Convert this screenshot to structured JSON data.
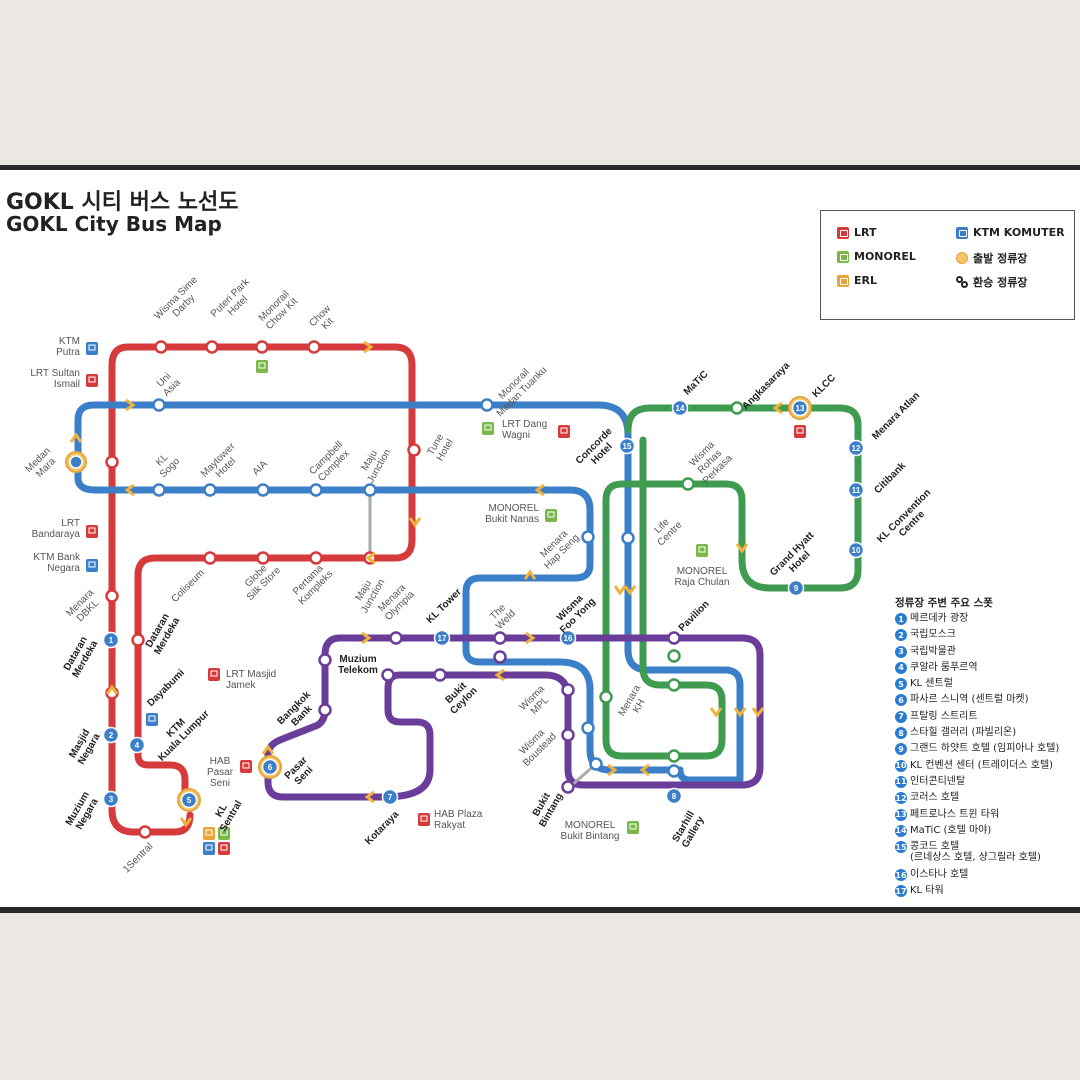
{
  "title": {
    "ko": "GOKL 시티 버스 노선도",
    "en": "GOKL City Bus Map"
  },
  "legend": {
    "lrt": "LRT",
    "ktm": "KTM KOMUTER",
    "monorel": "MONOREL",
    "origin": "출발 정류장",
    "erl": "ERL",
    "transfer": "환승 정류장"
  },
  "colors": {
    "red": "#d63a3a",
    "blue": "#3b7fc9",
    "green": "#3e9b4f",
    "purple": "#6a3d9a",
    "lrt": "#d63a3a",
    "monorel": "#7ab648",
    "erl": "#e8a33a",
    "ktm": "#3b7fc9",
    "arrow": "#f0b23a",
    "link": "#aaaaaa"
  },
  "labels": {
    "ktm_putra": "KTM\nPutra",
    "lrt_sultan_ismail": "LRT Sultan\nIsmail",
    "medan_mara": "Medan\nMara",
    "lrt_bandaraya": "LRT\nBandaraya",
    "ktm_bank_negara": "KTM Bank\nNegara",
    "menara_dbkl": "Menara\nDBKL",
    "dataran_merdeka_1": "Dataran\nMerdeka",
    "masjid_negara": "Masjid\nNegara",
    "muzium_negara": "Muzium\nNegara",
    "sentral_1": "1Sentral",
    "kl_sentral": "KL\nSentral",
    "wisma_sime_darby": "Wisma Sime\nDarby",
    "puteri_park": "Puteri Park\nHotel",
    "monorail_chow_kit": "Monorail\nChow Kit",
    "chow_kit": "Chow\nKit",
    "uni_asia": "Uni\nAsia",
    "kl_sogo": "KL\nSogo",
    "maytower": "Maytower\nHotel",
    "aia": "AIA",
    "campbell": "Campbell\nComplex",
    "maju_junction_1": "Maju\nJunction",
    "tune_hotel": "Tune\nHotel",
    "coliseum": "Coliseum",
    "globe_silk": "Globe\nSilk Store",
    "pertama": "Pertama\nKompleks",
    "maju_junction_2": "Maju\nJunction",
    "dataran_merdeka_2": "Dataran\nMerdeka",
    "dayabumi": "Dayabumi",
    "ktm_kuala_lumpur": "KTM\nKuala Lumpur",
    "monorail_medan_tuanku": "Monorail\nMedan Tuanku",
    "lrt_dang_wangi": "LRT Dang\nWagni",
    "concorde": "Concorde\nHotel",
    "monorel_bukit_nanas": "MONOREL\nBukit Nanas",
    "menara_hap_seng": "Menara\nHap Seng",
    "matic": "MaTiC",
    "angkasaraya": "Angkasaraya",
    "klcc": "KLCC",
    "menara_atlan": "Menara Atlan",
    "wisma_rohas": "Wisma\nRohas\nPerkasa",
    "citibank": "Citibank",
    "life_centre": "Life\nCentre",
    "kl_convention": "KL Convention\nCentre",
    "monorel_raja_chulan": "MONOREL\nRaja Chulan",
    "grand_hyatt": "Grand Hyatt\nHotel",
    "lrt_masjid_jamek": "LRT Masjid\nJamek",
    "menara_olympia": "Menara\nOlympia",
    "kl_tower": "KL Tower",
    "the_weld": "The\nWeld",
    "wisma_foo_yong": "Wisma\nFoo Yong",
    "pavilion": "Pavilion",
    "muzium_telekom": "Muzium\nTelekom",
    "bangkok_bank": "Bangkok\nBank",
    "bukit_ceylon": "Bukit\nCeylon",
    "wisma_mpl": "Wisma\nMPL",
    "menara_kh": "Menara\nKH",
    "wisma_boustead": "Wisma\nBoustead",
    "hab_pasar_seni": "HAB\nPasar\nSeni",
    "pasar_seni": "Pasar\nSeni",
    "kotaraya": "Kotaraya",
    "hab_plaza_rakyat": "HAB Plaza\nRakyat",
    "bukit_bintang": "Bukit\nBintang",
    "monorel_bukit_bintang": "MONOREL\nBukit Bintang",
    "starhill": "Starhill\nGallery"
  },
  "spots": {
    "title": "정류장 주변 주요 스폿",
    "items": [
      {
        "n": "1",
        "name": "메르데카 광장"
      },
      {
        "n": "2",
        "name": "국립모스크"
      },
      {
        "n": "3",
        "name": "국립박물관"
      },
      {
        "n": "4",
        "name": "쿠알라 룸푸르역"
      },
      {
        "n": "5",
        "name": "KL 센트럴"
      },
      {
        "n": "6",
        "name": "파사르 스니역 (센트럴 마켓)"
      },
      {
        "n": "7",
        "name": "프탈링 스트리트"
      },
      {
        "n": "8",
        "name": "스타힐 갤러리 (파빌리온)"
      },
      {
        "n": "9",
        "name": "그랜드 하얏트 호텔 (임피아나 호텔)"
      },
      {
        "n": "10",
        "name": "KL 컨벤션 센터 (트레이더스 호텔)"
      },
      {
        "n": "11",
        "name": "인터콘티넨탈"
      },
      {
        "n": "12",
        "name": "코러스 호텔"
      },
      {
        "n": "13",
        "name": "페트로나스 트윈 타워"
      },
      {
        "n": "14",
        "name": "MaTiC (호텔 마야)"
      },
      {
        "n": "15",
        "name": "콩코드 호텔\n(르네상스 호텔, 샹그릴라 호텔)"
      },
      {
        "n": "16",
        "name": "이스타나 호텔"
      },
      {
        "n": "17",
        "name": "KL 타워"
      }
    ]
  }
}
